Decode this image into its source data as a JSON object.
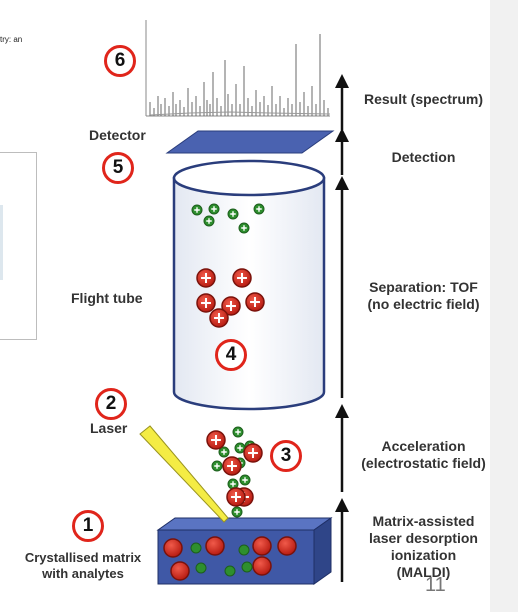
{
  "header_fragment": "try: an",
  "labels": {
    "detector": "Detector",
    "flight_tube": "Flight tube",
    "laser": "Laser",
    "matrix_line1": "Crystallised matrix",
    "matrix_line2": "with analytes"
  },
  "stages": {
    "result": "Result (spectrum)",
    "detection": "Detection",
    "separation_line1": "Separation: TOF",
    "separation_line2": "(no electric field)",
    "acceleration_line1": "Acceleration",
    "acceleration_line2": "(electrostatic field)",
    "ionization_line1": "Matrix-assisted",
    "ionization_line2": "laser desorption",
    "ionization_line3": "ionization",
    "ionization_line4": "(MALDI)"
  },
  "steps": [
    "1",
    "2",
    "3",
    "4",
    "5",
    "6"
  ],
  "page_number": "11",
  "colors": {
    "step_circle": "#e0251b",
    "large_ion": "#d42a1e",
    "small_ion": "#2e8f2e",
    "matrix_block": "#3f58a6",
    "laser_beam": "#f4ec44",
    "detector_plate": "#4a62b0",
    "tube_outline": "#2a3d7c"
  }
}
